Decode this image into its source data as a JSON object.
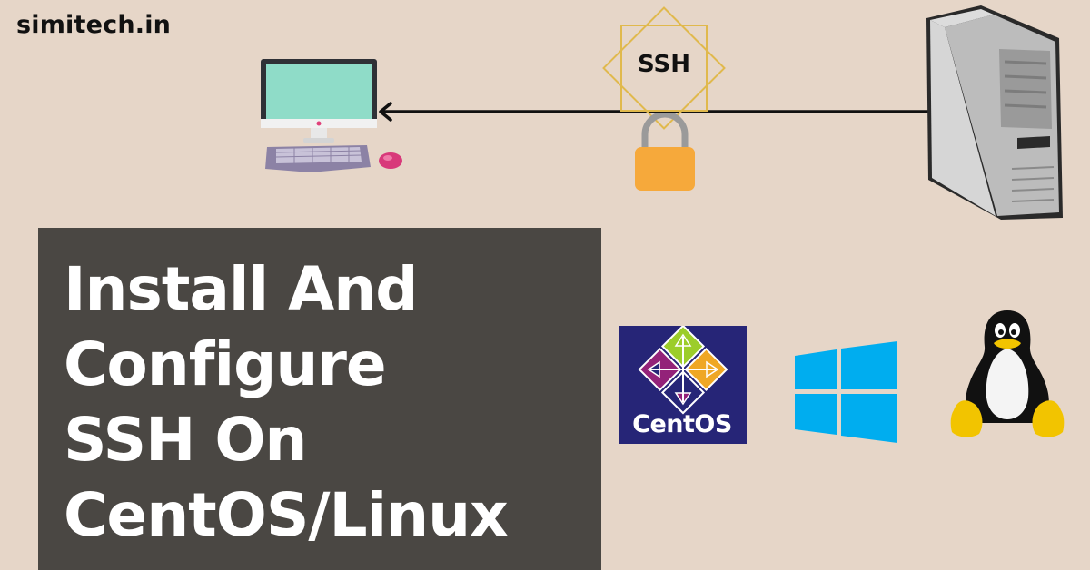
{
  "brand": {
    "text": "simitech.in"
  },
  "badge": {
    "text": "SSH"
  },
  "title": {
    "lines": [
      "Install And",
      "Configure",
      "SSH On",
      "CentOS/Linux"
    ]
  },
  "centos": {
    "label": "CentOS"
  },
  "icons": {
    "client": "desktop-computer-icon",
    "server": "server-tower-icon",
    "lock": "padlock-icon",
    "centos": "centos-logo-icon",
    "windows": "windows-logo-icon",
    "linux": "linux-tux-icon",
    "link": "double-arrow-icon"
  },
  "colors": {
    "background": "#e6d6c8",
    "title_box": "#4a4743",
    "title_text": "#ffffff",
    "lock_body": "#f6a93b",
    "diamond": "#e0b94d",
    "screen": "#8fdcc8",
    "windows": "#00adef",
    "centos_bg": "#262577"
  }
}
